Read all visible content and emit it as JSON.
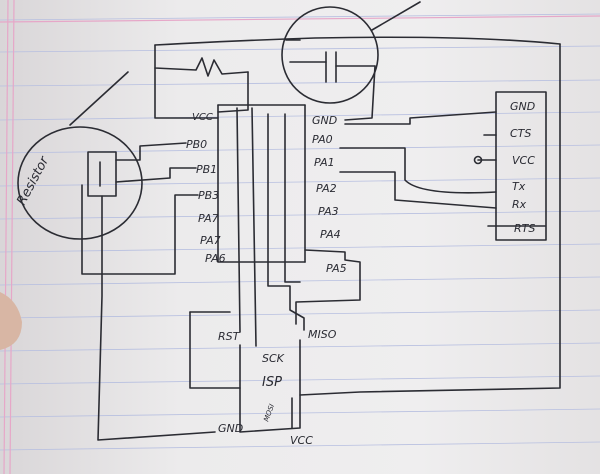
{
  "diagram": {
    "microcontroller": {
      "left_pins": [
        "VCC",
        "PB0",
        "PB1",
        "PB3",
        "PA7",
        "PA7",
        "PA6"
      ],
      "right_pins": [
        "GND",
        "PA0",
        "PA1",
        "PA2",
        "PA3",
        "PA4",
        "PA5"
      ]
    },
    "serial_header": {
      "pins": [
        "GND",
        "CTS",
        "VCC",
        "Tx",
        "Rx",
        "RTS"
      ]
    },
    "isp": {
      "title": "ISP",
      "pins": [
        "RST",
        "SCK",
        "MISO",
        "GND",
        "MOSI",
        "VCC"
      ]
    },
    "callout_resistor": "Resistor"
  },
  "colors": {
    "ink": "#2b2c33",
    "rule_line": "#b7bfe0",
    "margin_line": "#e6a7c8",
    "paper": "#efeeef",
    "finger": "#d8b6a4"
  }
}
